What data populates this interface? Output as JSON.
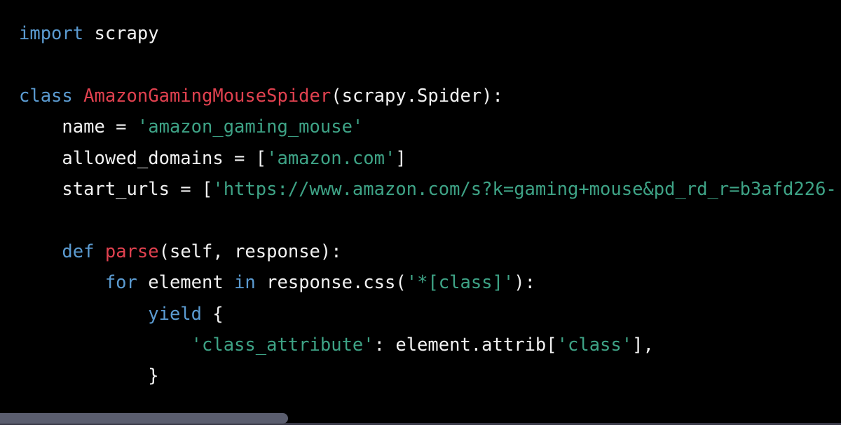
{
  "colors": {
    "background": "#000000",
    "keyword": "#5b9bd1",
    "definition_name": "#e0414f",
    "string": "#3ea386",
    "text": "#f2f2f2",
    "scrollbar_thumb": "#5a5d6e"
  },
  "code": {
    "language": "python",
    "lines": [
      {
        "tokens": [
          {
            "t": "kw",
            "v": "import"
          },
          {
            "t": "txt",
            "v": " scrapy"
          }
        ]
      },
      {
        "tokens": []
      },
      {
        "tokens": [
          {
            "t": "kw",
            "v": "class"
          },
          {
            "t": "txt",
            "v": " "
          },
          {
            "t": "fn",
            "v": "AmazonGamingMouseSpider"
          },
          {
            "t": "txt",
            "v": "(scrapy.Spider):"
          }
        ]
      },
      {
        "tokens": [
          {
            "t": "txt",
            "v": "    name = "
          },
          {
            "t": "str",
            "v": "'amazon_gaming_mouse'"
          }
        ]
      },
      {
        "tokens": [
          {
            "t": "txt",
            "v": "    allowed_domains = ["
          },
          {
            "t": "str",
            "v": "'amazon.com'"
          },
          {
            "t": "txt",
            "v": "]"
          }
        ]
      },
      {
        "tokens": [
          {
            "t": "txt",
            "v": "    start_urls = ["
          },
          {
            "t": "str",
            "v": "'https://www.amazon.com/s?k=gaming+mouse&pd_rd_r=b3afd226-"
          }
        ]
      },
      {
        "tokens": []
      },
      {
        "tokens": [
          {
            "t": "txt",
            "v": "    "
          },
          {
            "t": "kw",
            "v": "def"
          },
          {
            "t": "txt",
            "v": " "
          },
          {
            "t": "fn",
            "v": "parse"
          },
          {
            "t": "txt",
            "v": "(self, response):"
          }
        ]
      },
      {
        "tokens": [
          {
            "t": "txt",
            "v": "        "
          },
          {
            "t": "kw",
            "v": "for"
          },
          {
            "t": "txt",
            "v": " element "
          },
          {
            "t": "kw",
            "v": "in"
          },
          {
            "t": "txt",
            "v": " response.css("
          },
          {
            "t": "str",
            "v": "'*[class]'"
          },
          {
            "t": "txt",
            "v": "):"
          }
        ]
      },
      {
        "tokens": [
          {
            "t": "txt",
            "v": "            "
          },
          {
            "t": "kw",
            "v": "yield"
          },
          {
            "t": "txt",
            "v": " {"
          }
        ]
      },
      {
        "tokens": [
          {
            "t": "txt",
            "v": "                "
          },
          {
            "t": "str",
            "v": "'class_attribute'"
          },
          {
            "t": "txt",
            "v": ": element.attrib["
          },
          {
            "t": "str",
            "v": "'class'"
          },
          {
            "t": "txt",
            "v": "],"
          }
        ]
      },
      {
        "tokens": [
          {
            "t": "txt",
            "v": "            }"
          }
        ]
      }
    ]
  },
  "scrollbar": {
    "orientation": "horizontal",
    "thumb_position_percent": 0,
    "thumb_width_percent": 34
  }
}
